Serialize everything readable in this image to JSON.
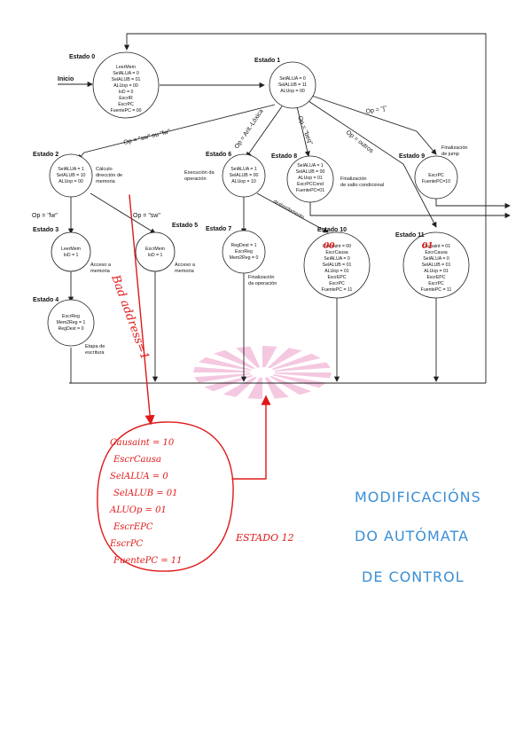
{
  "inicio_label": "Inicio",
  "states": [
    {
      "id": "s0",
      "label": "Estado 0",
      "lines": [
        "LeerMem",
        "SelALUA = 0",
        "SelALUB = 01",
        "ALUop = 00",
        "IoD = 0",
        "EscrIR",
        "EscrPC",
        "FuentePC = 00"
      ]
    },
    {
      "id": "s1",
      "label": "Estado 1",
      "lines": [
        "SelALUA = 0",
        "SelALUB = 11",
        "ALUop = 00"
      ]
    },
    {
      "id": "s2",
      "label": "Estado 2",
      "lines": [
        "SelALUA = 1",
        "SelALUB = 10",
        "ALUop = 00"
      ]
    },
    {
      "id": "s3",
      "label": "Estado 3",
      "lines": [
        "LeerMem",
        "IoD = 1"
      ]
    },
    {
      "id": "s4",
      "label": "Estado 4",
      "lines": [
        "EscrReg",
        "Mem2Reg = 1",
        "RegDest = 0"
      ]
    },
    {
      "id": "s5",
      "label": "Estado 5",
      "lines": [
        "EscrMem",
        "IoD = 1"
      ]
    },
    {
      "id": "s6",
      "label": "Estado 6",
      "lines": [
        "SelALUA = 1",
        "SelALUB = 00",
        "ALUop = 10"
      ]
    },
    {
      "id": "s7",
      "label": "Estado 7",
      "lines": [
        "RegDest = 1",
        "EscrReg",
        "Mem2Reg = 0"
      ]
    },
    {
      "id": "s8",
      "label": "Estado 8",
      "lines": [
        "SelALUA = 1",
        "SelALUB = 00",
        "ALUop = 01",
        "EscrPCCond",
        "FuentePC=01"
      ]
    },
    {
      "id": "s9",
      "label": "Estado 9",
      "lines": [
        "EscrPC",
        "FuentePC=10"
      ]
    },
    {
      "id": "s10",
      "label": "Estado 10",
      "lines": [
        "Causaint = 00",
        "EscrCausa",
        "SelALUA = 0",
        "SelALUB = 01",
        "ALUop = 01",
        "EscrEPC",
        "EscrPC",
        "FuentePC = 11"
      ]
    },
    {
      "id": "s11",
      "label": "Estado 11",
      "lines": [
        "Causaint = 01",
        "EscrCausa",
        "SelALUA = 0",
        "SelALUB = 01",
        "ALUop = 01",
        "EscrEPC",
        "EscrPC",
        "FuentePC = 11"
      ]
    }
  ],
  "conditions": {
    "lw_sw": "Op = \"sw\" ou \"lw\"",
    "lw": "Op = \"lw\"",
    "sw": "Op = \"sw\"",
    "arit": "Op = Arit.-Lóxica",
    "beq": "Op = \"beq\"",
    "j": "Op = \"j\"",
    "outros": "Op = outros",
    "desbordamento": "desbordamento"
  },
  "notes": {
    "calc_dir": [
      "Cálculo",
      "dirección de",
      "memoria"
    ],
    "exec_op": [
      "Execución da",
      "operación"
    ],
    "salto_cond": [
      "Finalización",
      "de salto condicional"
    ],
    "fin_jump": [
      "Finalización",
      "de jump"
    ],
    "acceso_mem_3": [
      "Acceso a",
      "memoria"
    ],
    "acceso_mem_5": [
      "Acceso a",
      "memoria"
    ],
    "fin_op": [
      "Finalización",
      "da operación"
    ],
    "etapa_escr": [
      "Etapa de",
      "escritura"
    ]
  },
  "handwritten": {
    "bad_address": "Bad address=1",
    "new_state_lines": [
      "Causaint = 10",
      "EscrCausa",
      "SelALUA = 0",
      "SelALUB = 01",
      "ALUOp = 01",
      "EscrEPC",
      "EscrPC",
      "FuentePC = 11"
    ],
    "new_state_label": "ESTADO 12",
    "title_lines": [
      "MODIFICACIÓNS",
      "DO AUTÓMATA",
      "DE CONTROL"
    ],
    "colors": {
      "red": "#e01818",
      "blue": "#3a8fd6",
      "pink": "#f2b6d8"
    }
  }
}
